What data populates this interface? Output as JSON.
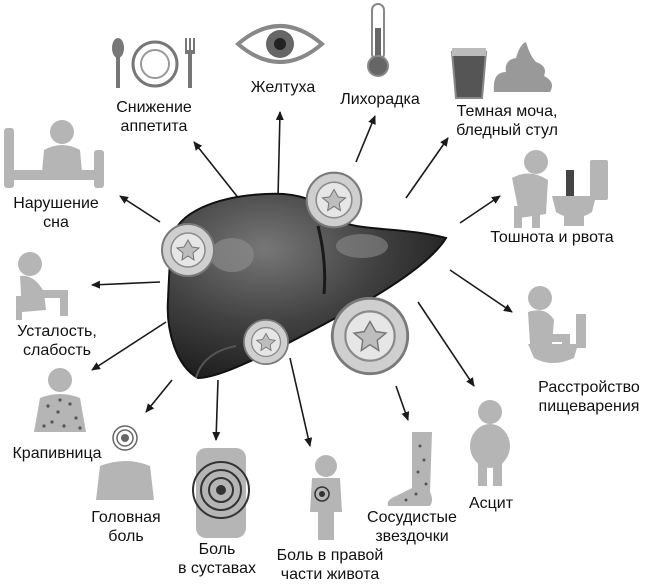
{
  "symptoms": {
    "appetite": {
      "line1": "Снижение",
      "line2": "аппетита"
    },
    "jaundice": {
      "line1": "Желтуха"
    },
    "fever": {
      "line1": "Лихорадка"
    },
    "urine": {
      "line1": "Темная моча,",
      "line2": "бледный стул"
    },
    "sleep": {
      "line1": "Нарушение",
      "line2": "сна"
    },
    "nausea": {
      "line1": "Тошнота и рвота"
    },
    "fatigue": {
      "line1": "Усталость,",
      "line2": "слабость"
    },
    "digestion": {
      "line1": "Расстройство",
      "line2": "пищеварения"
    },
    "hives": {
      "line1": "Крапивница"
    },
    "headache": {
      "line1": "Головная",
      "line2": "боль"
    },
    "joints": {
      "line1": "Боль",
      "line2": "в суставах"
    },
    "abdomen": {
      "line1": "Боль в правой",
      "line2": "части живота"
    },
    "spider": {
      "line1": "Сосудистые",
      "line2": "звездочки"
    },
    "ascites": {
      "line1": "Асцит"
    }
  },
  "colors": {
    "liver_dark": "#3a3a3a",
    "liver_mid": "#5a5a5a",
    "figure_gray": "#b5b5b5",
    "arrow": "#1a1a1a"
  }
}
